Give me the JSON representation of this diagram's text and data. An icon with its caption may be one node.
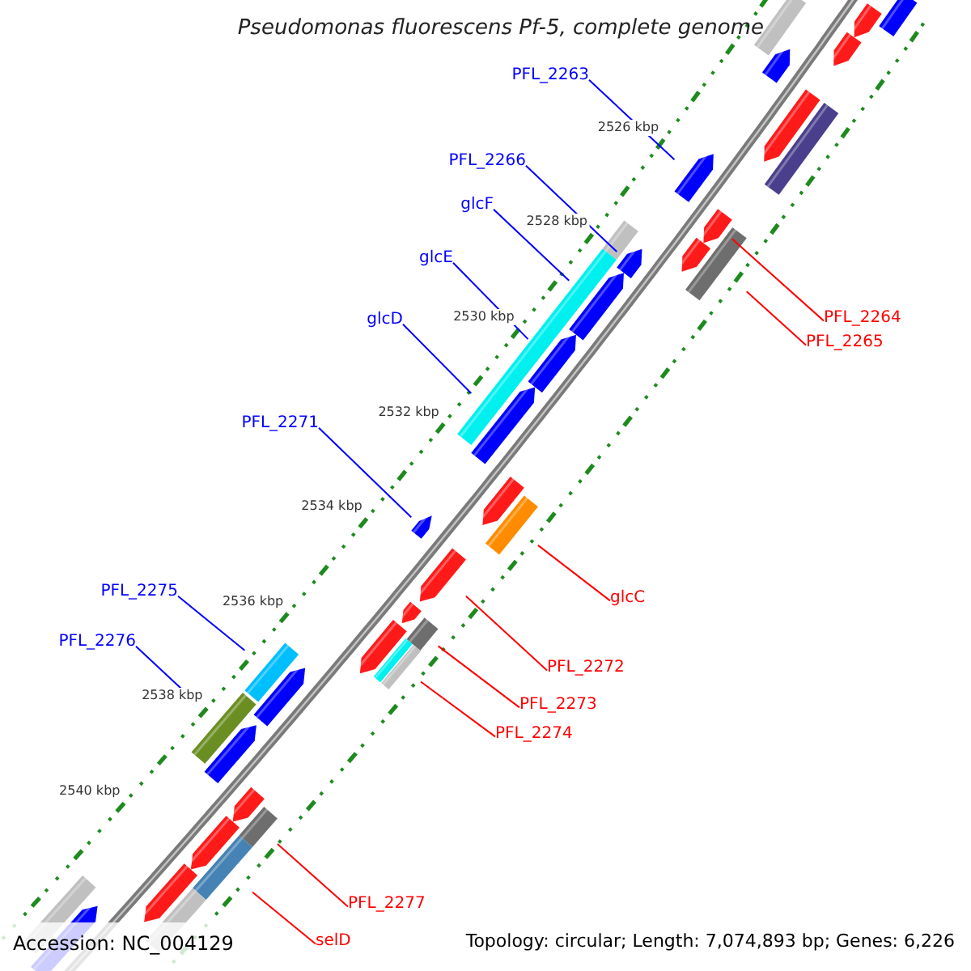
{
  "diagram": {
    "title": "Pseudomonas fluorescens Pf-5, complete genome",
    "nodes": [
      {
        "text": [
          "PFL_2263"
        ]
      },
      {
        "text": [
          "PFL_2266"
        ]
      },
      {
        "text": [
          "glcF"
        ]
      },
      {
        "text": [
          "glcE"
        ]
      },
      {
        "text": [
          "PFL_2264"
        ]
      },
      {
        "text": [
          "glcD"
        ]
      },
      {
        "text": [
          "PFL_2265"
        ]
      },
      {
        "text": [
          "PFL_2271"
        ]
      },
      {
        "text": [
          "glcC"
        ]
      },
      {
        "text": [
          "PFL_2275"
        ]
      },
      {
        "text": [
          "PFL_2276"
        ]
      },
      {
        "text": [
          "PFL_2272"
        ]
      },
      {
        "text": [
          "PFL_2273"
        ]
      },
      {
        "text": [
          "PFL_2274"
        ]
      },
      {
        "text": [
          "PFL_2277"
        ]
      },
      {
        "text": [
          "selD"
        ]
      },
      {
        "text": [],
        "shape": "box"
      },
      {
        "text": [],
        "shape": "arrow"
      },
      {
        "text": [],
        "shape": "arrow"
      },
      {
        "text": [],
        "shape": "box"
      },
      {
        "text": [],
        "shape": "arrow"
      },
      {
        "text": [],
        "shape": "arrow"
      },
      {
        "text": [],
        "shape": "box"
      },
      {
        "text": [],
        "shape": "arrow"
      },
      {
        "text": [],
        "shape": "arrow"
      },
      {
        "text": [],
        "shape": "box"
      },
      {
        "text": [],
        "shape": "arrow"
      },
      {
        "text": [],
        "shape": "box"
      },
      {
        "text": [],
        "shape": "arrow"
      },
      {
        "text": [],
        "shape": "box"
      },
      {
        "text": [],
        "shape": "arrow"
      },
      {
        "text": [],
        "shape": "arrow"
      },
      {
        "text": [],
        "shape": "arrow"
      },
      {
        "text": [],
        "shape": "arrow"
      },
      {
        "text": [],
        "shape": "box"
      },
      {
        "text": [],
        "shape": "arrow"
      },
      {
        "text": [],
        "shape": "arrow"
      },
      {
        "text": [],
        "shape": "arrow"
      },
      {
        "text": [],
        "shape": "box"
      },
      {
        "text": [],
        "shape": "arrow"
      },
      {
        "text": [],
        "shape": "box"
      },
      {
        "text": [],
        "shape": "box"
      },
      {
        "text": [],
        "shape": "box"
      },
      {
        "text": [],
        "shape": "arrow"
      },
      {
        "text": [],
        "shape": "box"
      },
      {
        "text": [],
        "shape": "arrow"
      },
      {
        "text": [],
        "shape": "arrow"
      },
      {
        "text": [],
        "shape": "box"
      },
      {
        "text": [],
        "shape": "arrow"
      },
      {
        "text": [],
        "shape": "box"
      },
      {
        "text": [],
        "shape": "arrow"
      },
      {
        "text": [],
        "shape": "box"
      },
      {
        "text": [],
        "shape": "box"
      },
      {
        "text": [],
        "shape": "arrow"
      }
    ],
    "edges": [
      {
        "from": 0,
        "to": 23,
        "arrow": "none",
        "color": "#0000ff"
      },
      {
        "from": 1,
        "to": 28,
        "arrow": "none",
        "color": "#0000ff"
      },
      {
        "from": 2,
        "to": 30,
        "arrow": "none",
        "color": "#0000ff"
      },
      {
        "from": 3,
        "to": 31,
        "arrow": "none",
        "color": "#0000ff"
      },
      {
        "from": 4,
        "to": 24,
        "arrow": "none",
        "color": "#ff0000"
      },
      {
        "from": 5,
        "to": 32,
        "arrow": "none",
        "color": "#0000ff"
      },
      {
        "from": 6,
        "to": 25,
        "arrow": "none",
        "color": "#ff0000"
      },
      {
        "from": 7,
        "to": 35,
        "arrow": "none",
        "color": "#0000ff"
      },
      {
        "from": 8,
        "to": 34,
        "arrow": "none",
        "color": "#ff0000"
      },
      {
        "from": 9,
        "to": 42,
        "arrow": "none",
        "color": "#0000ff"
      },
      {
        "from": 10,
        "to": 44,
        "arrow": "none",
        "color": "#0000ff"
      },
      {
        "from": 11,
        "to": 36,
        "arrow": "none",
        "color": "#ff0000"
      },
      {
        "from": 12,
        "to": 38,
        "arrow": "none",
        "color": "#ff0000"
      },
      {
        "from": 13,
        "to": 41,
        "arrow": "none",
        "color": "#ff0000"
      },
      {
        "from": 14,
        "to": 47,
        "arrow": "none",
        "color": "#ff0000"
      },
      {
        "from": 15,
        "to": 49,
        "arrow": "none",
        "color": "#ff0000"
      }
    ],
    "labels": [
      "2526 kbp",
      "2528 kbp",
      "2530 kbp",
      "2532 kbp",
      "2534 kbp",
      "2536 kbp",
      "2538 kbp",
      "2540 kbp",
      "Accession: NC_004129",
      "Topology: circular; Length: 7,074,893 bp; Genes: 6,226"
    ]
  }
}
